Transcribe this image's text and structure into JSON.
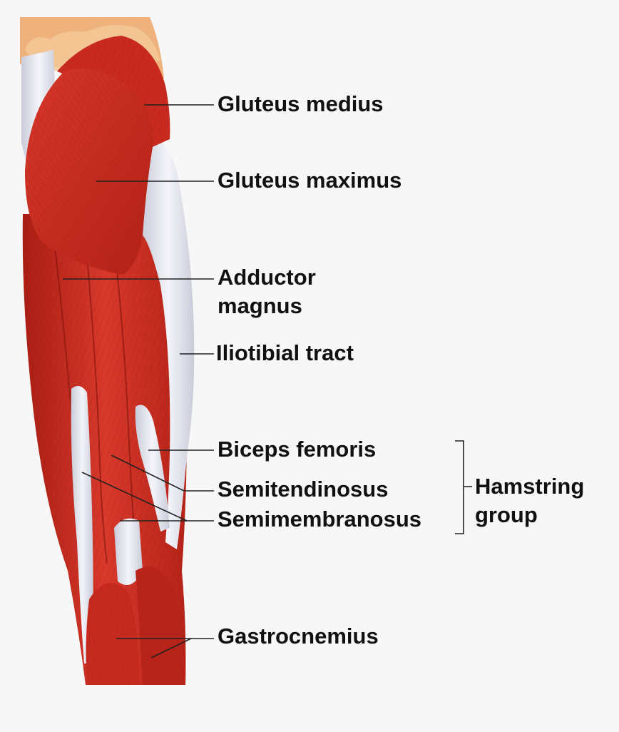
{
  "labels": {
    "gluteus_medius": "Gluteus medius",
    "gluteus_maximus": "Gluteus maximus",
    "adductor_magnus_1": "Adductor",
    "adductor_magnus_2": "magnus",
    "iliotibial_tract": "Iliotibial tract",
    "biceps_femoris": "Biceps femoris",
    "semitendinosus": "Semitendinosus",
    "semimembranosus": "Semimembranosus",
    "hamstring_group_1": "Hamstring",
    "hamstring_group_2": "group",
    "gastrocnemius": "Gastrocnemius"
  },
  "colors": {
    "background": "#f7f7f7",
    "muscle": "#c8281e",
    "muscle_dark": "#9e1a12",
    "tendon": "#e6e8f0",
    "skin": "#efb27c",
    "leader_line": "#222222"
  }
}
